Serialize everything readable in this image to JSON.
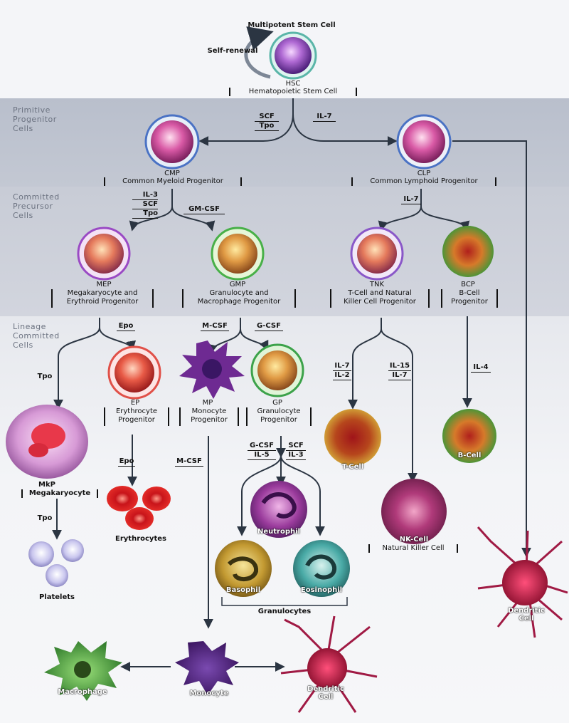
{
  "tiers": {
    "primitive": "Primitive\nProgenitor\nCells",
    "committed": "Committed\nPrecursor\nCells",
    "lineage": "Lineage\nCommitted\nCells"
  },
  "top": {
    "multipotent": "Multipotent Stem Cell",
    "self_renewal": "Self-renewal",
    "hsc": "HSC",
    "hsc_full": "Hematopoietic Stem Cell"
  },
  "cells": {
    "cmp": "CMP",
    "cmp_full": "Common Myeloid Progenitor",
    "clp": "CLP",
    "clp_full": "Common Lymphoid Progenitor",
    "mep": "MEP",
    "mep_full": "Megakaryocyte and\nErythroid Progenitor",
    "gmp": "GMP",
    "gmp_full": "Granulocyte and\nMacrophage Progenitor",
    "tnk": "TNK",
    "tnk_full": "T-Cell and Natural\nKiller Cell Progenitor",
    "bcp": "BCP",
    "bcp_full": "B-Cell\nProgenitor",
    "ep": "EP",
    "ep_full": "Erythrocyte\nProgenitor",
    "mp": "MP",
    "mp_full": "Monocyte\nProgenitor",
    "gp": "GP",
    "gp_full": "Granulocyte\nProgenitor",
    "mkp": "MkP",
    "mkp_full": "Megakaryocyte",
    "platelets": "Platelets",
    "erythrocytes": "Erythrocytes",
    "tcell": "T-Cell",
    "bcell": "B-Cell",
    "nkcell": "NK-Cell",
    "nkcell_full": "Natural Killer Cell",
    "neutrophil": "Neutrophil",
    "basophil": "Basophil",
    "eosinophil": "Eosinophil",
    "granulocytes": "Granulocytes",
    "dendritic_right": "Dendritic\nCell",
    "macrophage": "Macrophage",
    "monocyte": "Monocyte",
    "dendritic_bottom": "Dendritic\nCell"
  },
  "cytokines": {
    "scf_tpo": [
      "SCF",
      "Tpo"
    ],
    "il7_top": "IL-7",
    "cmp_left": [
      "IL-3",
      "SCF",
      "Tpo"
    ],
    "gm_csf": "GM-CSF",
    "il7_clp": "IL-7",
    "epo1": "Epo",
    "tpo1": "Tpo",
    "m_csf1": "M-CSF",
    "g_csf1": "G-CSF",
    "il7_il2": [
      "IL-7",
      "IL-2"
    ],
    "il15_il7": [
      "IL-15",
      "IL-7"
    ],
    "il4": "IL-4",
    "epo2": "Epo",
    "m_csf2": "M-CSF",
    "gcsf_il5": [
      "G-CSF",
      "IL-5"
    ],
    "scf_il3": [
      "SCF",
      "IL-3"
    ],
    "tpo2": "Tpo"
  },
  "colors": {
    "arrow": "#2b3542",
    "stem": "#8e5cc4",
    "pink": "#d44f8e",
    "green": "#3ba24a",
    "red": "#d9322a",
    "violet": "#6d2a8a",
    "yellow": "#c9a43a",
    "teal": "#3aa9a6",
    "dendritic": "#b01e48"
  }
}
